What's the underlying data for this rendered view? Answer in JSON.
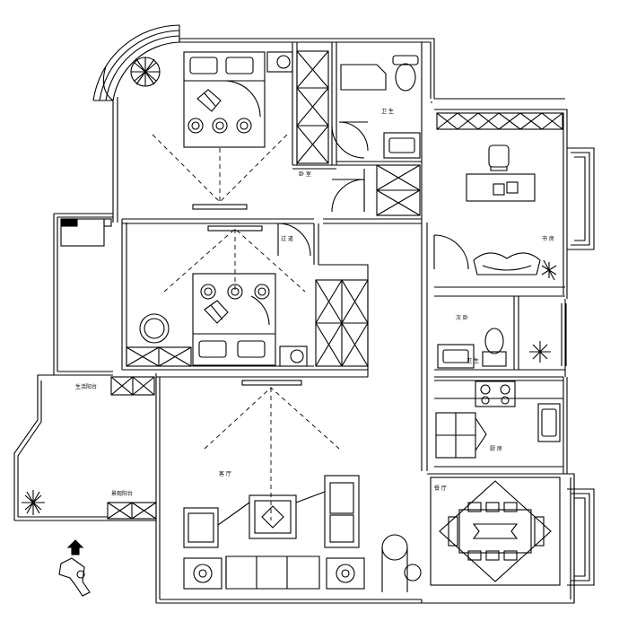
{
  "plan": {
    "rooms": [
      {
        "id": "bedroom-1",
        "label": "卧 室"
      },
      {
        "id": "bathroom-1",
        "label": "卫 生"
      },
      {
        "id": "corridor",
        "label": "过 道"
      },
      {
        "id": "study",
        "label": "书 房"
      },
      {
        "id": "bedroom-2",
        "label": "次 卧"
      },
      {
        "id": "bathroom-2",
        "label": "卫 生"
      },
      {
        "id": "kitchen",
        "label": "厨 房"
      },
      {
        "id": "living-room",
        "label": "客 厅"
      },
      {
        "id": "dining-room",
        "label": "餐 厅"
      },
      {
        "id": "balcony-1",
        "label": "生活阳台"
      },
      {
        "id": "balcony-2",
        "label": "景观阳台"
      }
    ]
  },
  "colors": {
    "line": "#000000",
    "background": "#ffffff"
  },
  "icons": [
    "plant-icon",
    "bed-icon",
    "sofa-icon",
    "toilet-icon",
    "sink-icon",
    "wardrobe-icon",
    "stove-icon",
    "dining-table-icon",
    "entry-arrow-icon"
  ]
}
